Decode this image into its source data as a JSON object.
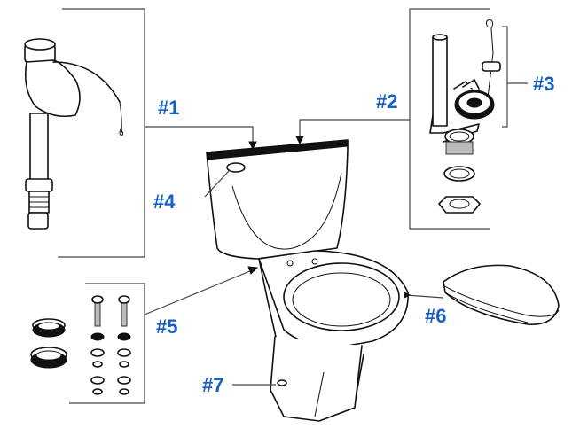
{
  "diagram": {
    "title": "",
    "label_color": "#1660c4",
    "parts": [
      {
        "id": "1",
        "label": "#1",
        "name": "Fill valve"
      },
      {
        "id": "2",
        "label": "#2",
        "name": "Flush valve assembly"
      },
      {
        "id": "3",
        "label": "#3",
        "name": "Flapper with chain"
      },
      {
        "id": "4",
        "label": "#4",
        "name": "Trip lever"
      },
      {
        "id": "5",
        "label": "#5",
        "name": "Tank-to-bowl bolts and gaskets"
      },
      {
        "id": "6",
        "label": "#6",
        "name": "Toilet seat"
      },
      {
        "id": "7",
        "label": "#7",
        "name": "Bolt caps"
      }
    ]
  }
}
